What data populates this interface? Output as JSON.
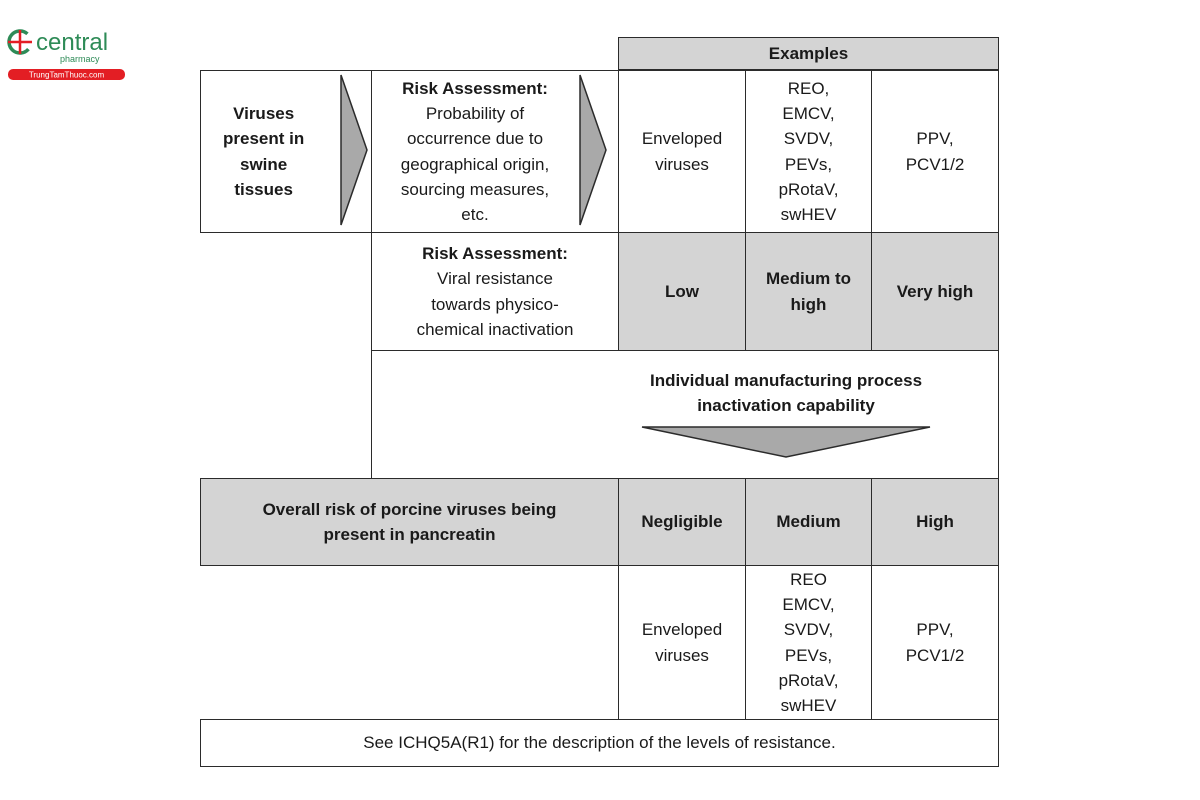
{
  "logo": {
    "brand": "central",
    "sub": "pharmacy",
    "site": "TrungTamThuoc.com",
    "color_green": "#2e8b57",
    "color_red": "#e31e24"
  },
  "header": {
    "examples": "Examples"
  },
  "row1": {
    "viruses": "Viruses\npresent in\nswine\ntissues",
    "risk_title": "Risk Assessment:",
    "risk_text": "Probability of\noccurrence due to\ngeographical origin,\nsourcing measures,\netc.",
    "enveloped": "Enveloped\nviruses",
    "middle": "REO,\nEMCV,\nSVDV,\nPEVs,\npRotaV,\nswHEV",
    "right": "PPV,\nPCV1/2"
  },
  "row2": {
    "risk_title": "Risk Assessment:",
    "risk_text": "Viral resistance\ntowards physico-\nchemical inactivation",
    "low": "Low",
    "medium_high": "Medium to\nhigh",
    "very_high": "Very high"
  },
  "row3": {
    "process": "Individual manufacturing process\ninactivation capability"
  },
  "row4": {
    "overall": "Overall risk of porcine viruses being\npresent in pancreatin",
    "negligible": "Negligible",
    "medium": "Medium",
    "high": "High"
  },
  "row5": {
    "enveloped": "Enveloped\nviruses",
    "middle": "REO\nEMCV,\nSVDV,\nPEVs,\npRotaV,\nswHEV",
    "right": "PPV,\nPCV1/2"
  },
  "footer": {
    "note": "See ICHQ5A(R1) for the description of the levels of resistance."
  },
  "colors": {
    "shade": "#d4d4d4",
    "arrow_fill": "#a9a9a9",
    "border": "#2b2b2b"
  }
}
